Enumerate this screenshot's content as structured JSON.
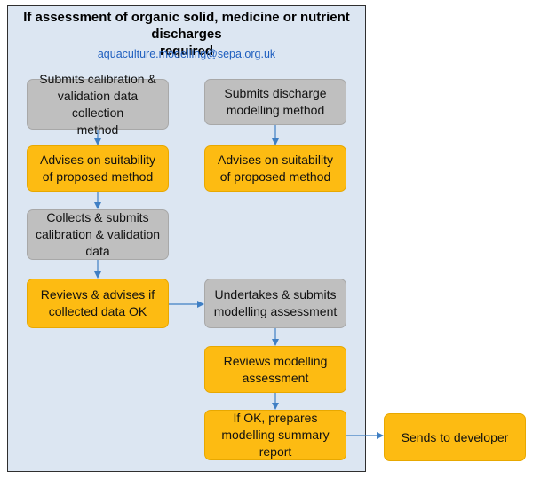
{
  "title": {
    "line1": "If assessment of organic solid, medicine or nutrient discharges",
    "line2": "required"
  },
  "email": "aquaculture.modelling@sepa.org.uk",
  "boxes": {
    "submits_calibration": [
      "Submits calibration &",
      "validation data collection",
      "method"
    ],
    "submits_discharge": [
      "Submits discharge",
      "modelling method"
    ],
    "advises_left": [
      "Advises on suitability",
      "of proposed method"
    ],
    "advises_right": [
      "Advises on suitability",
      "of proposed method"
    ],
    "collects": [
      "Collects & submits",
      "calibration & validation",
      "data"
    ],
    "reviews_data": [
      "Reviews & advises if",
      "collected data OK"
    ],
    "undertakes": [
      "Undertakes & submits",
      "modelling assessment"
    ],
    "reviews_modelling": [
      "Reviews modelling",
      "assessment"
    ],
    "prepares": [
      "If OK, prepares",
      "modelling summary",
      "report"
    ],
    "sends": [
      "Sends to developer"
    ]
  },
  "colors": {
    "developer_box": "#bfbfbf",
    "sepa_box": "#fdbb12",
    "panel": "#dce6f2",
    "arrow": "#3f7fc4"
  }
}
